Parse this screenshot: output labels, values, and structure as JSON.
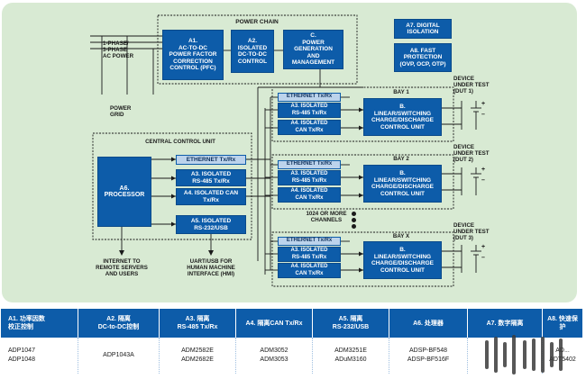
{
  "diagram": {
    "power_chain_title": "POWER CHAIN",
    "ac_input_label": "1-PHASE/\n3-PHASE\nAC POWER",
    "power_grid_label": "POWER\nGRID",
    "a1": "A1.\nAC-TO-DC\nPOWER FACTOR\nCORRECTION\nCONTROL (PFC)",
    "a2": "A2.\nISOLATED\nDC-TO-DC\nCONTROL",
    "c": "C.\nPOWER\nGENERATION\nAND\nMANAGEMENT",
    "a7": "A7. DIGITAL\nISOLATION",
    "a8": "A8. FAST\nPROTECTION\n(OVP, OCP, OTP)",
    "ccu_title": "CENTRAL CONTROL UNIT",
    "a6": "A6.\nPROCESSOR",
    "ethernet": "ETHERNET Tx/Rx",
    "a3": "A3. ISOLATED\nRS-485 Tx/Rx",
    "a4_ccu": "A4. ISOLATED CAN\nTx/Rx",
    "a4_bay": "A4. ISOLATED\nCAN Tx/Rx",
    "a5": "A5. ISOLATED\nRS-232/USB",
    "b": "B.\nLINEAR/SWITCHING\nCHARGE/DISCHARGE\nCONTROL UNIT",
    "bays": [
      "BAY 1",
      "BAY 2",
      "BAY X"
    ],
    "duts": [
      "DEVICE\nUNDER TEST\n(DUT 1)",
      "DEVICE\nUNDER TEST\n(DUT 2)",
      "DEVICE\nUNDER TEST\n(DUT 3)"
    ],
    "channels_label": "1024 OR MORE\nCHANNELS",
    "internet_label": "INTERNET TO\nREMOTE SERVERS\nAND USERS",
    "hmi_label": "UART/USB FOR\nHUMAN MACHINE\nINTERFACE (HMI)",
    "plus": "+",
    "minus": "–"
  },
  "table": {
    "headers": [
      "A1. 功率因数\n校正控制",
      "A2. 隔离\nDC-to-DC控制",
      "A3. 隔离\nRS-485 Tx/Rx",
      "A4. 隔离CAN Tx/Rx",
      "A5. 隔离\nRS-232/USB",
      "A6. 处理器",
      "A7. 数字隔离",
      "A8. 快速保护"
    ],
    "row": [
      "ADP1047\nADP1048",
      "ADP1043A",
      "ADM2582E\nADM2682E",
      "ADM3052\nADM3053",
      "ADM3251E\nADuM3160",
      "ADSP-BF548\nADSP-BF516F",
      "",
      "AD...\nADT5402"
    ]
  },
  "colors": {
    "box_blue": "#0d5ca9",
    "box_light": "#bcd3ec",
    "panel_green": "#d8ead3"
  }
}
